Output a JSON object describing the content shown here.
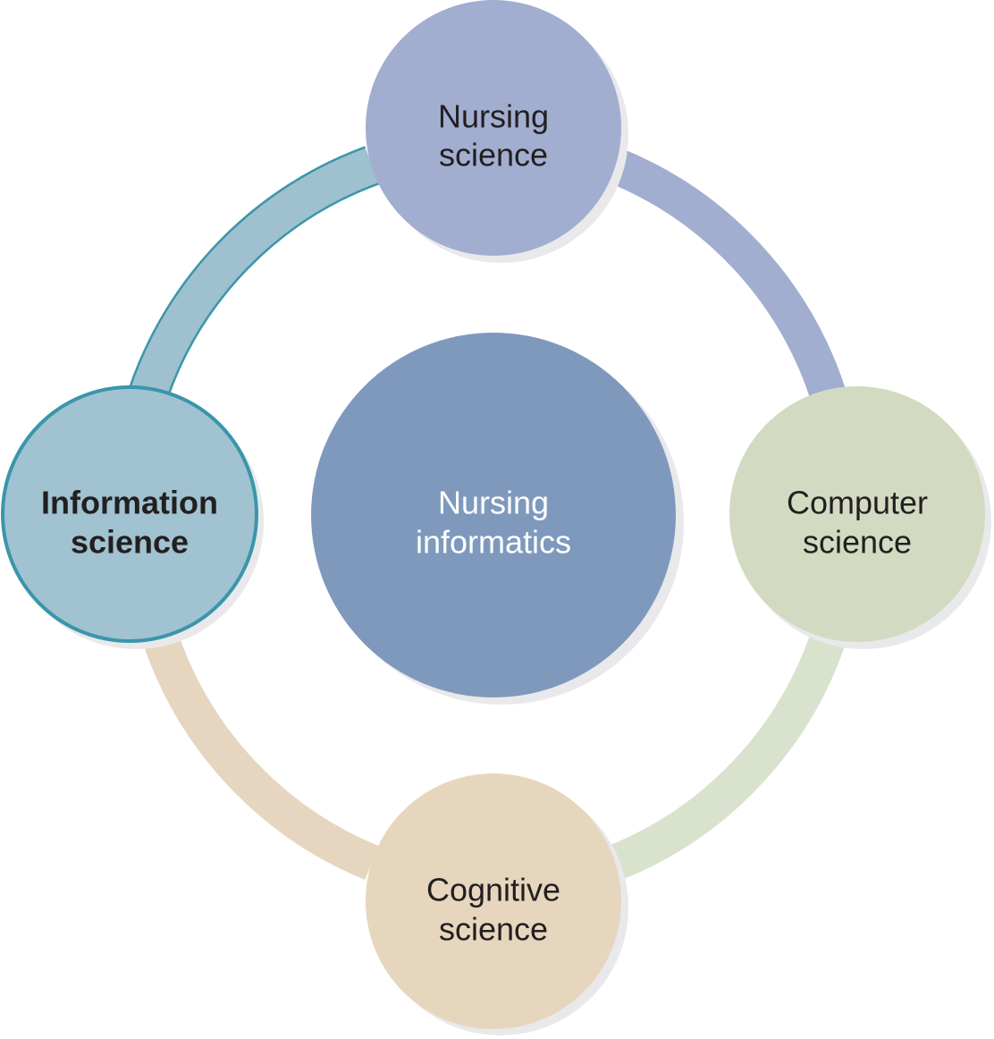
{
  "diagram": {
    "center": {
      "line1": "Nursing",
      "line2": "informatics",
      "fill": "#7f99bd",
      "text_color": "#ffffff"
    },
    "nodes": {
      "nursing_science": {
        "line1": "Nursing",
        "line2": "science",
        "fill": "#a2aed0",
        "text_color": "#231f20"
      },
      "computer_science": {
        "line1": "Computer",
        "line2": "science",
        "fill": "#d2dbc1",
        "text_color": "#231f20"
      },
      "cognitive_science": {
        "line1": "Cognitive",
        "line2": "science",
        "fill": "#e7d6be",
        "text_color": "#231f20"
      },
      "information_science": {
        "line1": "Information",
        "line2": "science",
        "fill": "#a0c2d1",
        "outline": "#3a96aa",
        "text_color": "#231f20",
        "emphasized": true
      }
    },
    "connectors": {
      "nursing_to_computer": "#a2aed0",
      "computer_to_cognitive": "#d9e2cd",
      "cognitive_to_information": "#e6d6bf",
      "information_to_nursing": "#9ec0cf",
      "information_to_nursing_outline": "#3a96aa"
    },
    "shadow_color": "#e9e9eb"
  }
}
